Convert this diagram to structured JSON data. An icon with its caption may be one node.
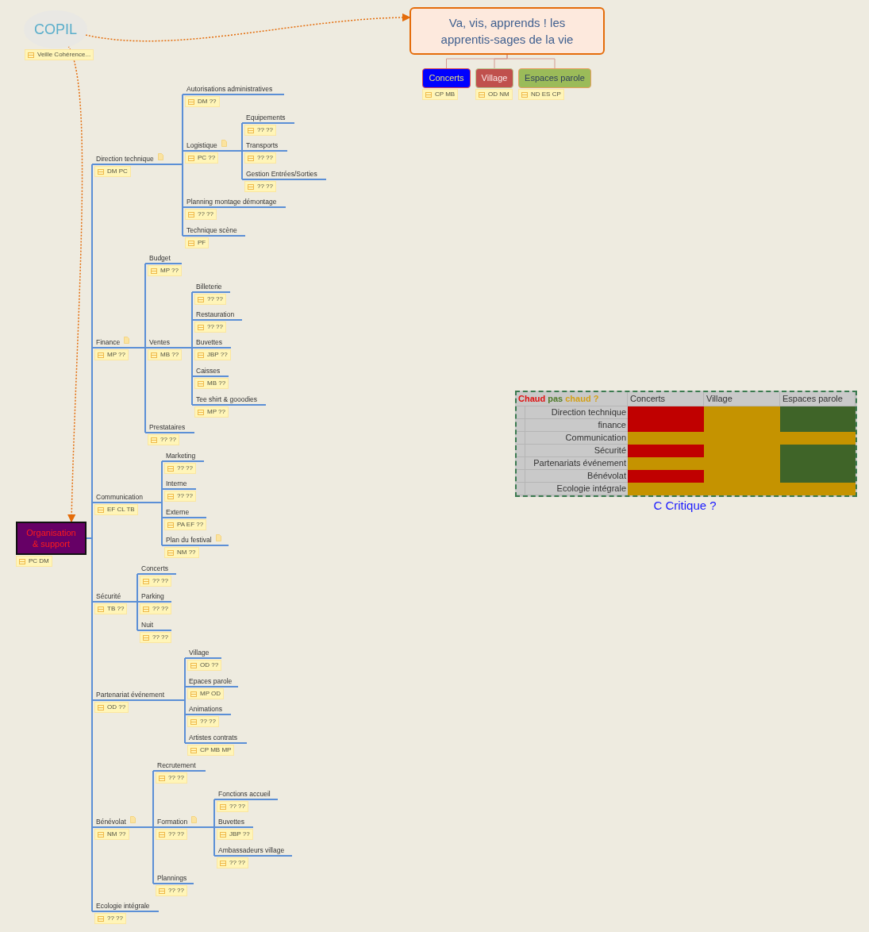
{
  "diagram": {
    "nodes": [
      {
        "text": [
          "COPIL",
          "Veille Cohérence..."
        ]
      },
      {
        "text": [
          "Va, vis, apprends ! les apprentis-sages de la vie"
        ]
      },
      {
        "text": [
          "Concerts",
          "CP MB"
        ]
      },
      {
        "text": [
          "Village",
          "OD NM"
        ]
      },
      {
        "text": [
          "Espaces parole",
          "ND ES CP"
        ]
      },
      {
        "text": [
          "Organisation & support",
          "PC DM"
        ]
      },
      {
        "text": [
          "Direction technique",
          "DM PC"
        ]
      },
      {
        "text": [
          "Autorisations administratives",
          "DM ??"
        ]
      },
      {
        "text": [
          "Logistique",
          "PC ??"
        ]
      },
      {
        "text": [
          "Equipements",
          "?? ??"
        ]
      },
      {
        "text": [
          "Transports",
          "?? ??"
        ]
      },
      {
        "text": [
          "Gestion Entrées/Sorties",
          "?? ??"
        ]
      },
      {
        "text": [
          "Planning montage démontage",
          "?? ??"
        ]
      },
      {
        "text": [
          "Technique scène",
          "PF"
        ]
      },
      {
        "text": [
          "Finance",
          "MP ??"
        ]
      },
      {
        "text": [
          "Budget",
          "MP ??"
        ]
      },
      {
        "text": [
          "Ventes",
          "MB ??"
        ]
      },
      {
        "text": [
          "Billeterie",
          "?? ??"
        ]
      },
      {
        "text": [
          "Restauration",
          "?? ??"
        ]
      },
      {
        "text": [
          "Buvettes",
          "JBP ??"
        ]
      },
      {
        "text": [
          "Caisses",
          "MB ??"
        ]
      },
      {
        "text": [
          "Tee shirt & gooodies",
          "MP ??"
        ]
      },
      {
        "text": [
          "Prestataires",
          "?? ??"
        ]
      },
      {
        "text": [
          "Communication",
          "EF CL TB"
        ]
      },
      {
        "text": [
          "Marketing",
          "?? ??"
        ]
      },
      {
        "text": [
          "Interne",
          "?? ??"
        ]
      },
      {
        "text": [
          "Externe",
          "PA EF ??"
        ]
      },
      {
        "text": [
          "Plan du festival",
          "NM ??"
        ]
      },
      {
        "text": [
          "Sécurité",
          "TB ??"
        ]
      },
      {
        "text": [
          "Concerts",
          "?? ??"
        ]
      },
      {
        "text": [
          "Parking",
          "?? ??"
        ]
      },
      {
        "text": [
          "Nuit",
          "?? ??"
        ]
      },
      {
        "text": [
          "Partenariat événement",
          "OD ??"
        ]
      },
      {
        "text": [
          "Village",
          "OD ??"
        ]
      },
      {
        "text": [
          "Epaces parole",
          "MP OD"
        ]
      },
      {
        "text": [
          "Animations",
          "?? ??"
        ]
      },
      {
        "text": [
          "Artistes contrats",
          "CP MB MP"
        ]
      },
      {
        "text": [
          "Bénévolat",
          "NM ??"
        ]
      },
      {
        "text": [
          "Recrutement",
          "?? ??"
        ]
      },
      {
        "text": [
          "Formation",
          "?? ??"
        ]
      },
      {
        "text": [
          "Fonctions accueil",
          "?? ??"
        ]
      },
      {
        "text": [
          "Buvettes",
          "JBP ??"
        ]
      },
      {
        "text": [
          "Ambassadeurs village",
          "?? ??"
        ]
      },
      {
        "text": [
          "Plannings",
          "?? ??"
        ]
      },
      {
        "text": [
          "Ecologie intégrale",
          "?? ??"
        ]
      }
    ],
    "edges": [
      {
        "from": 0,
        "to": 1,
        "arrow": "to",
        "style": "dashed",
        "color": "#e46c0a"
      },
      {
        "from": 0,
        "to": 5,
        "arrow": "to",
        "style": "dashed",
        "color": "#e46c0a"
      },
      {
        "from": 1,
        "to": 2,
        "arrow": "none",
        "color": "#d49a90"
      },
      {
        "from": 1,
        "to": 3,
        "arrow": "none",
        "color": "#d49a90"
      },
      {
        "from": 1,
        "to": 4,
        "arrow": "none",
        "color": "#d49a90"
      },
      {
        "from": 5,
        "to": 6,
        "arrow": "none"
      },
      {
        "from": 6,
        "to": 7,
        "arrow": "none"
      },
      {
        "from": 6,
        "to": 8,
        "arrow": "none"
      },
      {
        "from": 8,
        "to": 9,
        "arrow": "none"
      },
      {
        "from": 8,
        "to": 10,
        "arrow": "none"
      },
      {
        "from": 8,
        "to": 11,
        "arrow": "none"
      },
      {
        "from": 6,
        "to": 12,
        "arrow": "none"
      },
      {
        "from": 6,
        "to": 13,
        "arrow": "none"
      },
      {
        "from": 5,
        "to": 14,
        "arrow": "none"
      },
      {
        "from": 14,
        "to": 15,
        "arrow": "none"
      },
      {
        "from": 14,
        "to": 16,
        "arrow": "none"
      },
      {
        "from": 16,
        "to": 17,
        "arrow": "none"
      },
      {
        "from": 16,
        "to": 18,
        "arrow": "none"
      },
      {
        "from": 16,
        "to": 19,
        "arrow": "none"
      },
      {
        "from": 16,
        "to": 20,
        "arrow": "none"
      },
      {
        "from": 16,
        "to": 21,
        "arrow": "none"
      },
      {
        "from": 14,
        "to": 22,
        "arrow": "none"
      },
      {
        "from": 5,
        "to": 23,
        "arrow": "none"
      },
      {
        "from": 23,
        "to": 24,
        "arrow": "none"
      },
      {
        "from": 23,
        "to": 25,
        "arrow": "none"
      },
      {
        "from": 23,
        "to": 26,
        "arrow": "none"
      },
      {
        "from": 23,
        "to": 27,
        "arrow": "none"
      },
      {
        "from": 5,
        "to": 28,
        "arrow": "none"
      },
      {
        "from": 28,
        "to": 29,
        "arrow": "none"
      },
      {
        "from": 28,
        "to": 30,
        "arrow": "none"
      },
      {
        "from": 28,
        "to": 31,
        "arrow": "none"
      },
      {
        "from": 5,
        "to": 32,
        "arrow": "none"
      },
      {
        "from": 32,
        "to": 33,
        "arrow": "none"
      },
      {
        "from": 32,
        "to": 34,
        "arrow": "none"
      },
      {
        "from": 32,
        "to": 35,
        "arrow": "none"
      },
      {
        "from": 32,
        "to": 36,
        "arrow": "none"
      },
      {
        "from": 5,
        "to": 37,
        "arrow": "none"
      },
      {
        "from": 37,
        "to": 38,
        "arrow": "none"
      },
      {
        "from": 37,
        "to": 39,
        "arrow": "none"
      },
      {
        "from": 39,
        "to": 40,
        "arrow": "none"
      },
      {
        "from": 39,
        "to": 41,
        "arrow": "none"
      },
      {
        "from": 39,
        "to": 42,
        "arrow": "none"
      },
      {
        "from": 37,
        "to": 43,
        "arrow": "none"
      },
      {
        "from": 5,
        "to": 44,
        "arrow": "none"
      }
    ],
    "labels": [
      "Chaud",
      "pas",
      "chaud ?",
      "Concerts",
      "Village",
      "Espaces parole",
      "Direction technique",
      "finance",
      "Communication",
      "Sécurité",
      "Partenariats événement",
      "Bénévolat",
      "Ecologie intégrale",
      "C Critique ?"
    ]
  }
}
